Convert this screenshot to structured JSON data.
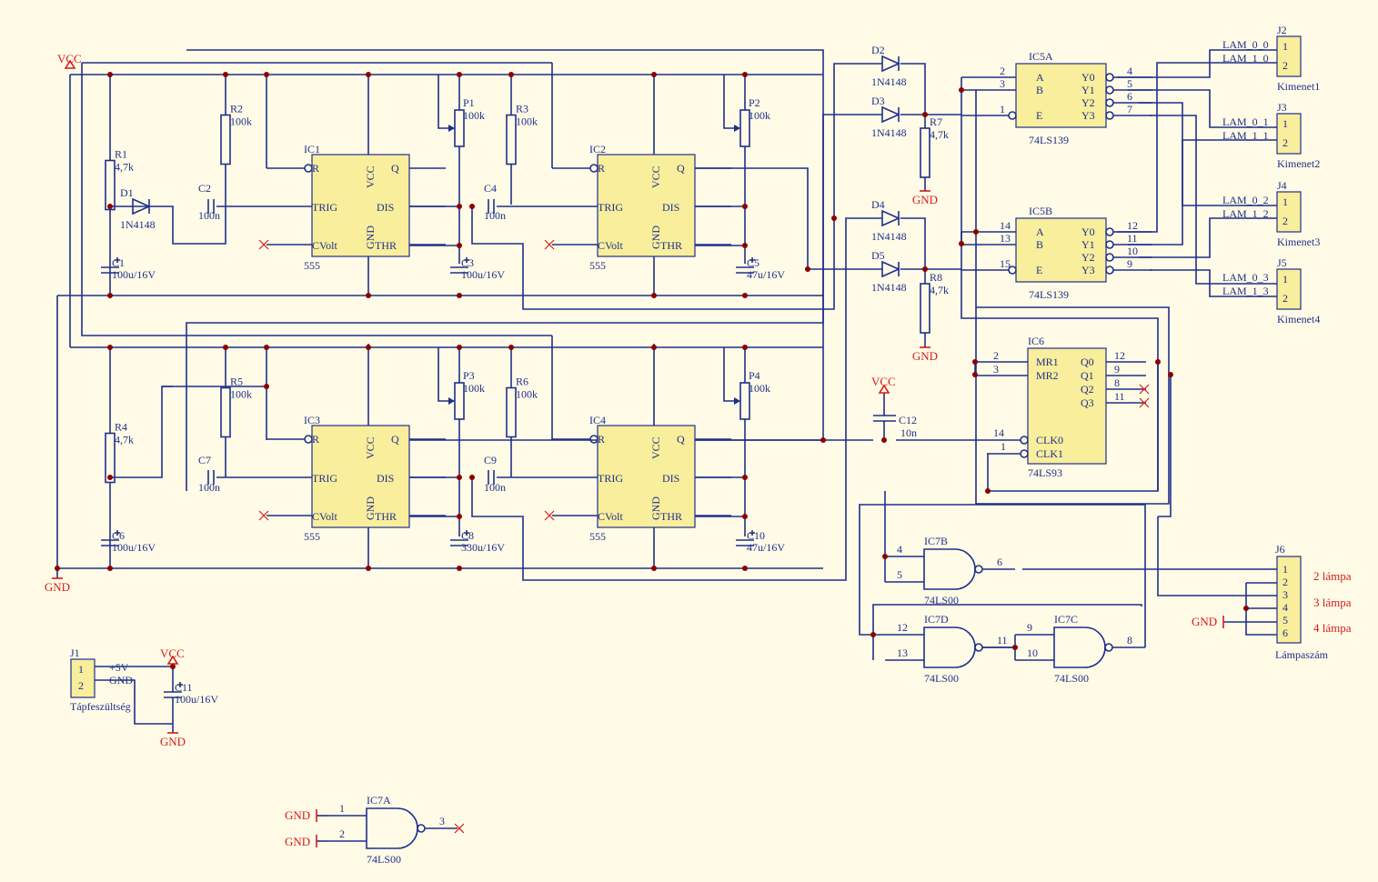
{
  "power": {
    "vcc": "VCC",
    "gnd": "GND",
    "plus5v": "+5V"
  },
  "timers": {
    "part": "555",
    "names": [
      "IC1",
      "IC2",
      "IC3",
      "IC4"
    ],
    "pins": {
      "r": "R",
      "trig": "TRIG",
      "cvolt": "CVolt",
      "q": "Q",
      "dis": "DIS",
      "thr": "THR",
      "vcc": "VCC",
      "gnd": "GND"
    }
  },
  "resistors": [
    {
      "name": "R1",
      "value": "4,7k"
    },
    {
      "name": "R2",
      "value": "100k"
    },
    {
      "name": "R3",
      "value": "100k"
    },
    {
      "name": "R4",
      "value": "4,7k"
    },
    {
      "name": "R5",
      "value": "100k"
    },
    {
      "name": "R6",
      "value": "100k"
    },
    {
      "name": "R7",
      "value": "4,7k"
    },
    {
      "name": "R8",
      "value": "4,7k"
    }
  ],
  "pots": [
    {
      "name": "P1",
      "value": "100k"
    },
    {
      "name": "P2",
      "value": "100k"
    },
    {
      "name": "P3",
      "value": "100k"
    },
    {
      "name": "P4",
      "value": "100k"
    }
  ],
  "capacitors": [
    {
      "name": "C1",
      "value": "100u/16V"
    },
    {
      "name": "C2",
      "value": "100n"
    },
    {
      "name": "C3",
      "value": "100u/16V"
    },
    {
      "name": "C4",
      "value": "100n"
    },
    {
      "name": "C5",
      "value": "47u/16V"
    },
    {
      "name": "C6",
      "value": "100u/16V"
    },
    {
      "name": "C7",
      "value": "100n"
    },
    {
      "name": "C8",
      "value": "330u/16V"
    },
    {
      "name": "C9",
      "value": "100n"
    },
    {
      "name": "C10",
      "value": "47u/16V"
    },
    {
      "name": "C11",
      "value": "100u/16V"
    },
    {
      "name": "C12",
      "value": "10n"
    }
  ],
  "diodes": [
    {
      "name": "D1",
      "value": "1N4148"
    },
    {
      "name": "D2",
      "value": "1N4148"
    },
    {
      "name": "D3",
      "value": "1N4148"
    },
    {
      "name": "D4",
      "value": "1N4148"
    },
    {
      "name": "D5",
      "value": "1N4148"
    }
  ],
  "decoders": {
    "part": "74LS139",
    "names": [
      "IC5A",
      "IC5B"
    ],
    "pins_in": [
      "A",
      "B",
      "E"
    ],
    "pins_out": [
      "Y0",
      "Y1",
      "Y2",
      "Y3"
    ],
    "pinnums": [
      [
        "2",
        "3",
        "1",
        "4",
        "5",
        "6",
        "7"
      ],
      [
        "14",
        "13",
        "15",
        "12",
        "11",
        "10",
        "9"
      ]
    ]
  },
  "counter": {
    "name": "IC6",
    "part": "74LS93",
    "pins": {
      "mr1": "MR1",
      "mr2": "MR2",
      "clk0": "CLK0",
      "clk1": "CLK1",
      "q0": "Q0",
      "q1": "Q1",
      "q2": "Q2",
      "q3": "Q3"
    },
    "pinnums": {
      "mr1": "2",
      "mr2": "3",
      "clk0": "14",
      "clk1": "1",
      "q0": "12",
      "q1": "9",
      "q2": "8",
      "q3": "11"
    }
  },
  "gates": {
    "part": "74LS00",
    "names": [
      "IC7A",
      "IC7B",
      "IC7C",
      "IC7D"
    ]
  },
  "connectors": {
    "outputs": [
      {
        "name": "J2",
        "caption": "Kimenet1",
        "l1": "LAM_0_0",
        "l2": "LAM_1_0"
      },
      {
        "name": "J3",
        "caption": "Kimenet2",
        "l1": "LAM_0_1",
        "l2": "LAM_1_1"
      },
      {
        "name": "J4",
        "caption": "Kimenet3",
        "l1": "LAM_0_2",
        "l2": "LAM_1_2"
      },
      {
        "name": "J5",
        "caption": "Kimenet4",
        "l1": "LAM_0_3",
        "l2": "LAM_1_3"
      }
    ],
    "j1": {
      "name": "J1",
      "caption": "Tápfeszültség"
    },
    "j6": {
      "name": "J6",
      "caption": "Lámpaszám",
      "lamp2": "2 lámpa",
      "lamp3": "3 lámpa",
      "lamp4": "4 lámpa"
    },
    "pin_labels": [
      "1",
      "2",
      "3",
      "4",
      "5",
      "6"
    ]
  },
  "colors": {
    "wire": "#1f2f8c",
    "part_fill": "#f8ee9c",
    "junction": "#8b0000",
    "annotation": "#d41c1c",
    "background": "#fffbe6"
  }
}
